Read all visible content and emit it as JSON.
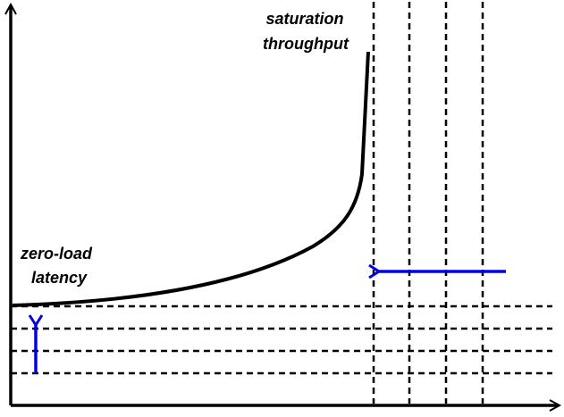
{
  "labels": {
    "saturation_line1": "saturation",
    "saturation_line2": "throughput",
    "zero_load_line1": "zero-load",
    "zero_load_line2": "latency"
  },
  "colors": {
    "curve": "#000000",
    "axis": "#000000",
    "dashed": "#000000",
    "arrow": "#0000e6"
  },
  "structure": {
    "vertical_dashed_lines": 4,
    "horizontal_dashed_lines": 4
  }
}
